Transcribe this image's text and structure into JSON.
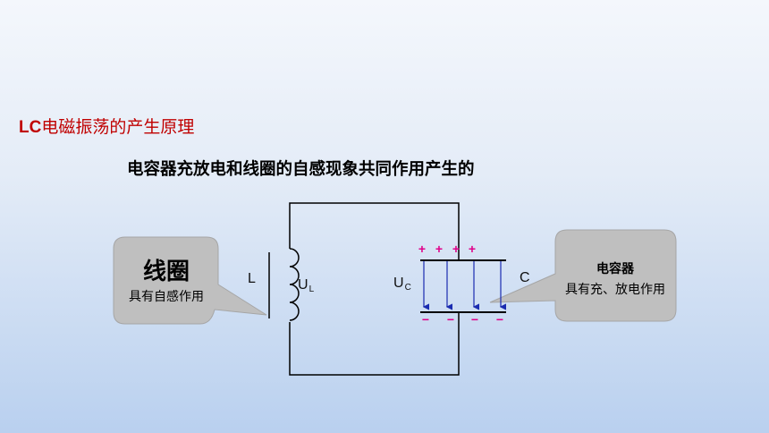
{
  "heading": {
    "prefix": "LC",
    "rest": "电磁振荡的产生原理"
  },
  "subtitle": "电容器充放电和线圈的自感现象共同作用产生的",
  "labels": {
    "inductor": "L",
    "ul_main": "U",
    "ul_sub": "L",
    "uc_main": "U",
    "uc_sub": "C",
    "capacitor": "C"
  },
  "callout_left": {
    "title": "线圈",
    "desc": "具有自感作用"
  },
  "callout_right": {
    "title": "电容器",
    "desc": "具有充、放电作用"
  },
  "charges": {
    "plus": [
      "+",
      "+",
      "+",
      "+"
    ],
    "minus": [
      "−",
      "−",
      "−",
      "−"
    ]
  },
  "colors": {
    "heading": "#c00000",
    "charge": "#e0008a",
    "field_arrow": "#1a2bb0",
    "callout_fill": "#bfbfbf"
  }
}
